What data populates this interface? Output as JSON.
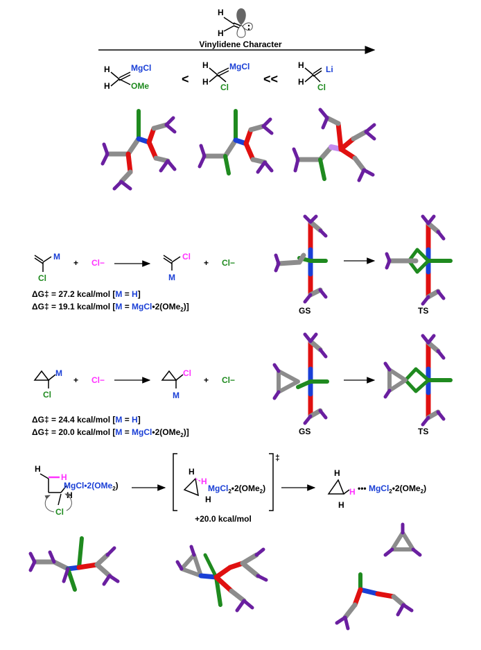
{
  "header": {
    "arrow_label": "Vinylidene Character",
    "orbital_H1": "H",
    "orbital_H2": "H"
  },
  "top_row": {
    "comp1": {
      "H1": "H",
      "H2": "H",
      "sub1": "MgCl",
      "sub2": "OMe"
    },
    "lt": "<",
    "comp2": {
      "H1": "H",
      "H2": "H",
      "sub1": "MgCl",
      "sub2": "Cl"
    },
    "llt": "<<",
    "comp3": {
      "H1": "H",
      "H2": "H",
      "sub1": "Li",
      "sub2": "Cl"
    }
  },
  "reaction1": {
    "M": "M",
    "Cl": "Cl",
    "plus1": "+",
    "chloride1": "Cl−",
    "prod_Cl": "Cl",
    "prod_M": "M",
    "plus2": "+",
    "chloride2": "Cl−",
    "dg_symbol": "ΔG‡",
    "line1": {
      "value": " = 27.2 kcal/mol [",
      "M": "M",
      "eq": " = ",
      "sub": "H",
      "end": "]"
    },
    "line2": {
      "value": " = 19.1 kcal/mol [",
      "M": "M",
      "eq": " = ",
      "sub": "MgCl",
      "rest": "•2(OMe",
      "two": "2",
      "end": ")]"
    },
    "gs": "GS",
    "ts": "TS"
  },
  "reaction2": {
    "M": "M",
    "Cl": "Cl",
    "plus1": "+",
    "chloride1": "Cl−",
    "prod_Cl": "Cl",
    "prod_M": "M",
    "plus2": "+",
    "chloride2": "Cl−",
    "dg_symbol": "ΔG‡",
    "line1": {
      "value": " = 24.4 kcal/mol [",
      "M": "M",
      "eq": " = ",
      "sub": "H",
      "end": "]"
    },
    "line2": {
      "value": " = 20.0 kcal/mol [",
      "M": "M",
      "eq": " = ",
      "sub": "MgCl",
      "rest": "•2(OMe",
      "two": "2",
      "end": ")]"
    },
    "gs": "GS",
    "ts": "TS"
  },
  "reaction3": {
    "sm": {
      "H1": "H",
      "H2": "H",
      "H3": "H",
      "mg": "MgCl•2(OMe",
      "two": "2",
      "close": ")",
      "Cl": "Cl"
    },
    "ts": {
      "H1": "H",
      "H2": "H",
      "H3": "H",
      "mg": "MgCl",
      "two_a": "2",
      "rest": "•2(OMe",
      "two_b": "2",
      "close": ")",
      "dagger": "‡"
    },
    "energy": "+20.0 kcal/mol",
    "prod": {
      "H1": "H",
      "H2": "H",
      "H3": "H",
      "dots": "•••",
      "mg": "MgCl",
      "two_a": "2",
      "rest": "•2(OMe",
      "two_b": "2",
      "close": ")"
    }
  },
  "colors": {
    "carbon": "#8c8c8c",
    "hydrogen": "#6a1fa0",
    "oxygen": "#e01010",
    "metal_blue": "#1a3fd6",
    "chlorine": "#1f8a1f",
    "lithium": "#c58cf0",
    "magenta": "#ff33ff"
  }
}
